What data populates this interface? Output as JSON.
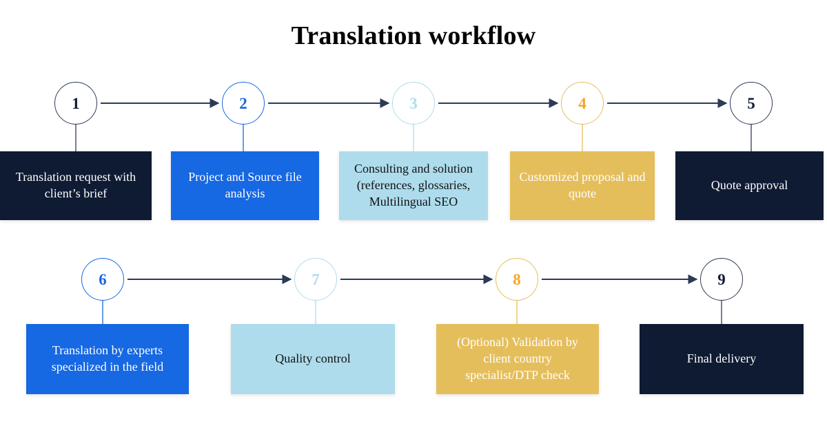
{
  "title": "Translation workflow",
  "colors": {
    "navy": "#0E1B33",
    "navy_text": "#FFFFFF",
    "blue": "#1668E3",
    "blue_text": "#FFFFFF",
    "lightblue": "#AEDCEC",
    "lightblue_text": "#111111",
    "amber": "#E5BE5C",
    "amber_text": "#FFFFFF",
    "amber_number": "#F5A623",
    "connector_navy": "#2B3A55",
    "background": "#FFFFFF"
  },
  "steps": [
    {
      "number": "1",
      "label": "Translation request with\nclient’s brief",
      "theme": "navy",
      "row": 1
    },
    {
      "number": "2",
      "label": "Project and Source file\nanalysis",
      "theme": "blue",
      "row": 1
    },
    {
      "number": "3",
      "label": "Consulting and solution\n(references, glossaries,\nMultilingual SEO",
      "theme": "lightblue",
      "row": 1
    },
    {
      "number": "4",
      "label": "Customized proposal and\nquote",
      "theme": "amber",
      "row": 1
    },
    {
      "number": "5",
      "label": "Quote approval",
      "theme": "navy",
      "row": 1
    },
    {
      "number": "6",
      "label": "Translation by experts\nspecialized in the field",
      "theme": "blue",
      "row": 2
    },
    {
      "number": "7",
      "label": "Quality control",
      "theme": "lightblue",
      "row": 2
    },
    {
      "number": "8",
      "label": "(Optional) Validation by\nclient country\nspecialist/DTP check",
      "theme": "amber",
      "row": 2
    },
    {
      "number": "9",
      "label": "Final delivery",
      "theme": "navy",
      "row": 2
    }
  ],
  "arrows": [
    {
      "from": "1",
      "to": "2"
    },
    {
      "from": "2",
      "to": "3"
    },
    {
      "from": "3",
      "to": "4"
    },
    {
      "from": "4",
      "to": "5"
    },
    {
      "from": "6",
      "to": "7"
    },
    {
      "from": "7",
      "to": "8"
    },
    {
      "from": "8",
      "to": "9"
    }
  ]
}
